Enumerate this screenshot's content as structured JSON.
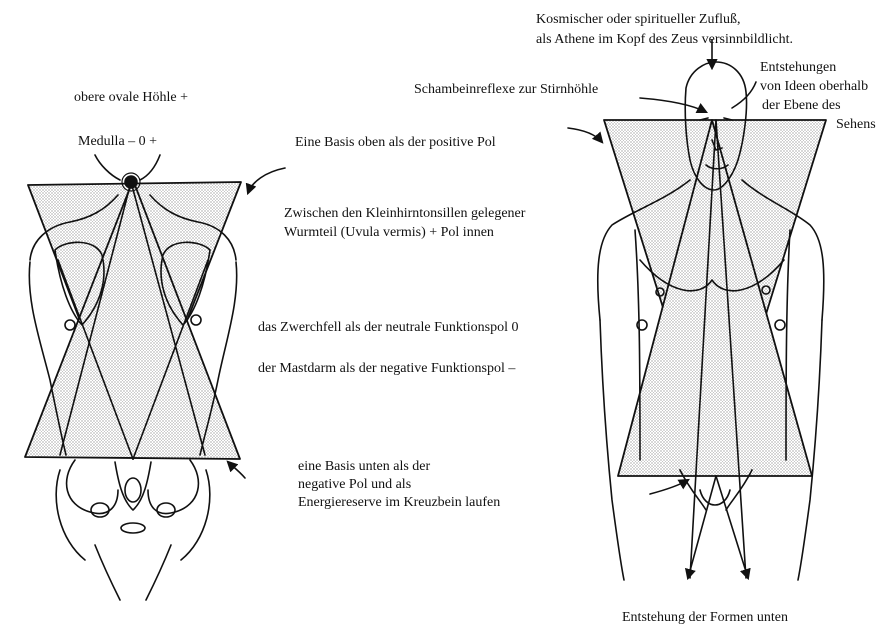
{
  "left_figure": {
    "labels": {
      "oval_cavity": "obere ovale Höhle  +",
      "medulla": "Medulla  – 0 +",
      "upper_base": "Eine Basis oben als der positive Pol",
      "vermis_line1": "Zwischen den Kleinhirntonsillen gelegener",
      "vermis_line2": "Wurmteil (Uvula vermis) + Pol innen",
      "diaphragm": "das Zwerchfell als der neutrale Funktionspol 0",
      "rectum": "der Mastdarm als der negative Funktionspol –",
      "lower_base_line1": "eine Basis unten als der",
      "lower_base_line2": "negative Pol und als",
      "lower_base_line3": "Energiereserve im Kreuzbein laufen"
    }
  },
  "right_figure": {
    "labels": {
      "cosmic_line1": "Kosmischer oder spiritueller Zufluß,",
      "cosmic_line2": "als Athene im Kopf des Zeus versinnbildlicht.",
      "pubic_reflex": "Schambeinreflexe zur Stirnhöhle",
      "ideas_line1": "Entstehungen",
      "ideas_line2": "von Ideen oberhalb",
      "ideas_line3": "der Ebene des",
      "ideas_line4": "Sehens",
      "forms_below": "Entstehung der Formen unten"
    }
  },
  "colors": {
    "ink": "#111111",
    "stipple": "#9a9a9a",
    "background": "#ffffff"
  }
}
